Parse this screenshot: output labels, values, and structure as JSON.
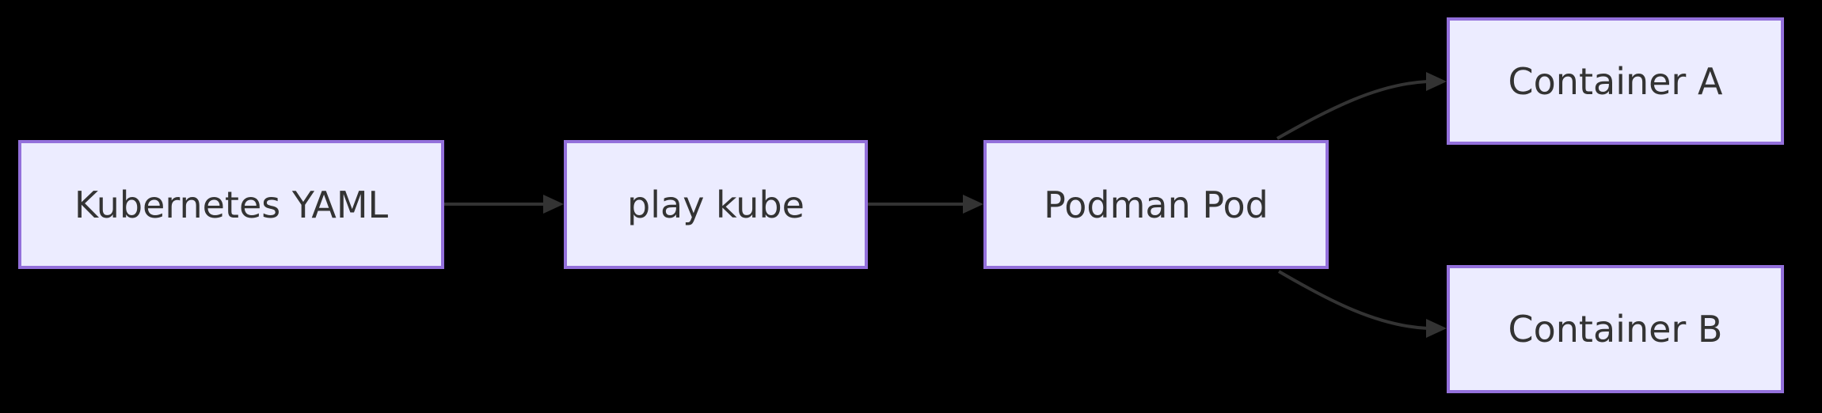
{
  "diagram": {
    "type": "flowchart-left-to-right",
    "background_color": "#000000",
    "node_fill_color": "#ECECFF",
    "node_border_color": "#9370DB",
    "node_text_color": "#333333",
    "edge_color": "#333333",
    "nodes": [
      {
        "id": "k8s-yaml",
        "label": "Kubernetes YAML"
      },
      {
        "id": "play-kube",
        "label": "play kube"
      },
      {
        "id": "podman-pod",
        "label": "Podman Pod"
      },
      {
        "id": "container-a",
        "label": "Container A"
      },
      {
        "id": "container-b",
        "label": "Container B"
      }
    ],
    "edges": [
      {
        "from": "k8s-yaml",
        "to": "play-kube"
      },
      {
        "from": "play-kube",
        "to": "podman-pod"
      },
      {
        "from": "podman-pod",
        "to": "container-a"
      },
      {
        "from": "podman-pod",
        "to": "container-b"
      }
    ]
  }
}
